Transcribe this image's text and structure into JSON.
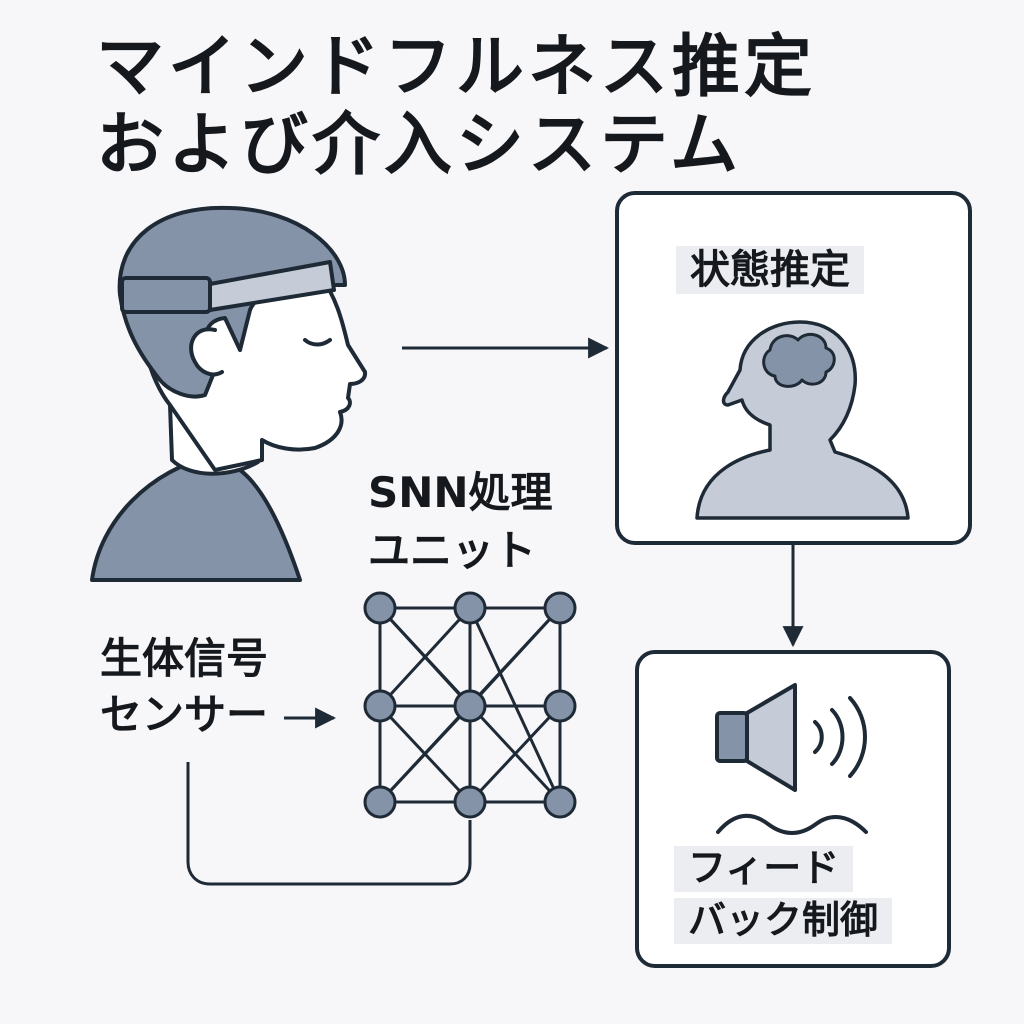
{
  "title": {
    "line1": "マインドフルネス推定",
    "line2": "および介入システム"
  },
  "labels": {
    "state_estimation": "状態推定",
    "snn_line1": "SNN処理",
    "snn_line2": "ユニット",
    "sensor_line1": "生体信号",
    "sensor_line2": "センサー",
    "feedback_line1": "フィード",
    "feedback_line2": "バック制御"
  },
  "colors": {
    "background": "#f7f6f8",
    "stroke": "#1f2a37",
    "fill": "#8593a8",
    "fill_light": "#c5ccd8",
    "box": "#ffffff"
  },
  "icons": [
    "person-with-headband",
    "head-with-brain-icon",
    "neural-network",
    "speaker-icon",
    "sound-waves-icon",
    "wavy-line-icon"
  ]
}
